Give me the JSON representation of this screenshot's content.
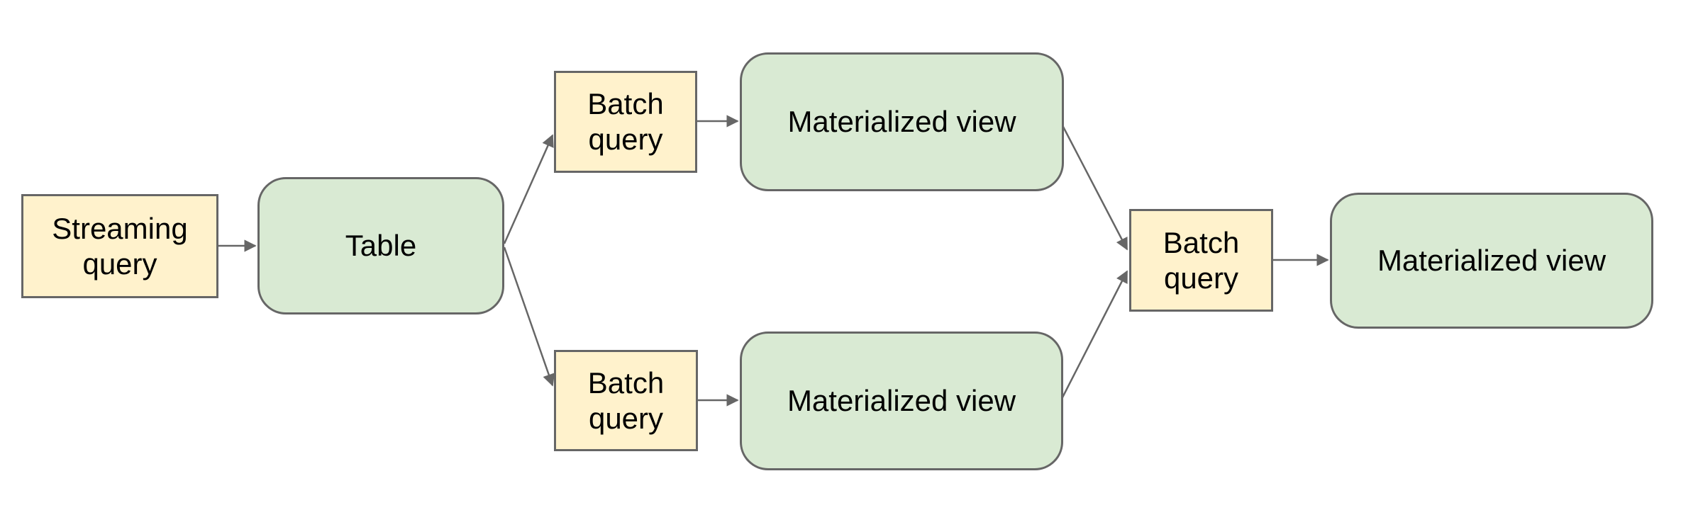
{
  "diagram": {
    "background": "#ffffff",
    "colors": {
      "query_fill": "#fff2cc",
      "store_fill": "#d9ead3",
      "border": "#666666",
      "connector": "#666666",
      "text": "#000000"
    },
    "nodes": [
      {
        "id": "streaming-query",
        "label": "Streaming query",
        "kind": "query"
      },
      {
        "id": "table",
        "label": "Table",
        "kind": "store"
      },
      {
        "id": "batch-query-top",
        "label": "Batch query",
        "kind": "query"
      },
      {
        "id": "materialized-view-top",
        "label": "Materialized view",
        "kind": "store"
      },
      {
        "id": "batch-query-bottom",
        "label": "Batch query",
        "kind": "query"
      },
      {
        "id": "materialized-view-bottom",
        "label": "Materialized view",
        "kind": "store"
      },
      {
        "id": "batch-query-right",
        "label": "Batch query",
        "kind": "query"
      },
      {
        "id": "materialized-view-right",
        "label": "Materialized view",
        "kind": "store"
      }
    ],
    "edges": [
      {
        "from": "streaming-query",
        "to": "table"
      },
      {
        "from": "table",
        "to": "batch-query-top"
      },
      {
        "from": "table",
        "to": "batch-query-bottom"
      },
      {
        "from": "batch-query-top",
        "to": "materialized-view-top"
      },
      {
        "from": "batch-query-bottom",
        "to": "materialized-view-bottom"
      },
      {
        "from": "materialized-view-top",
        "to": "batch-query-right"
      },
      {
        "from": "materialized-view-bottom",
        "to": "batch-query-right"
      },
      {
        "from": "batch-query-right",
        "to": "materialized-view-right"
      }
    ]
  }
}
